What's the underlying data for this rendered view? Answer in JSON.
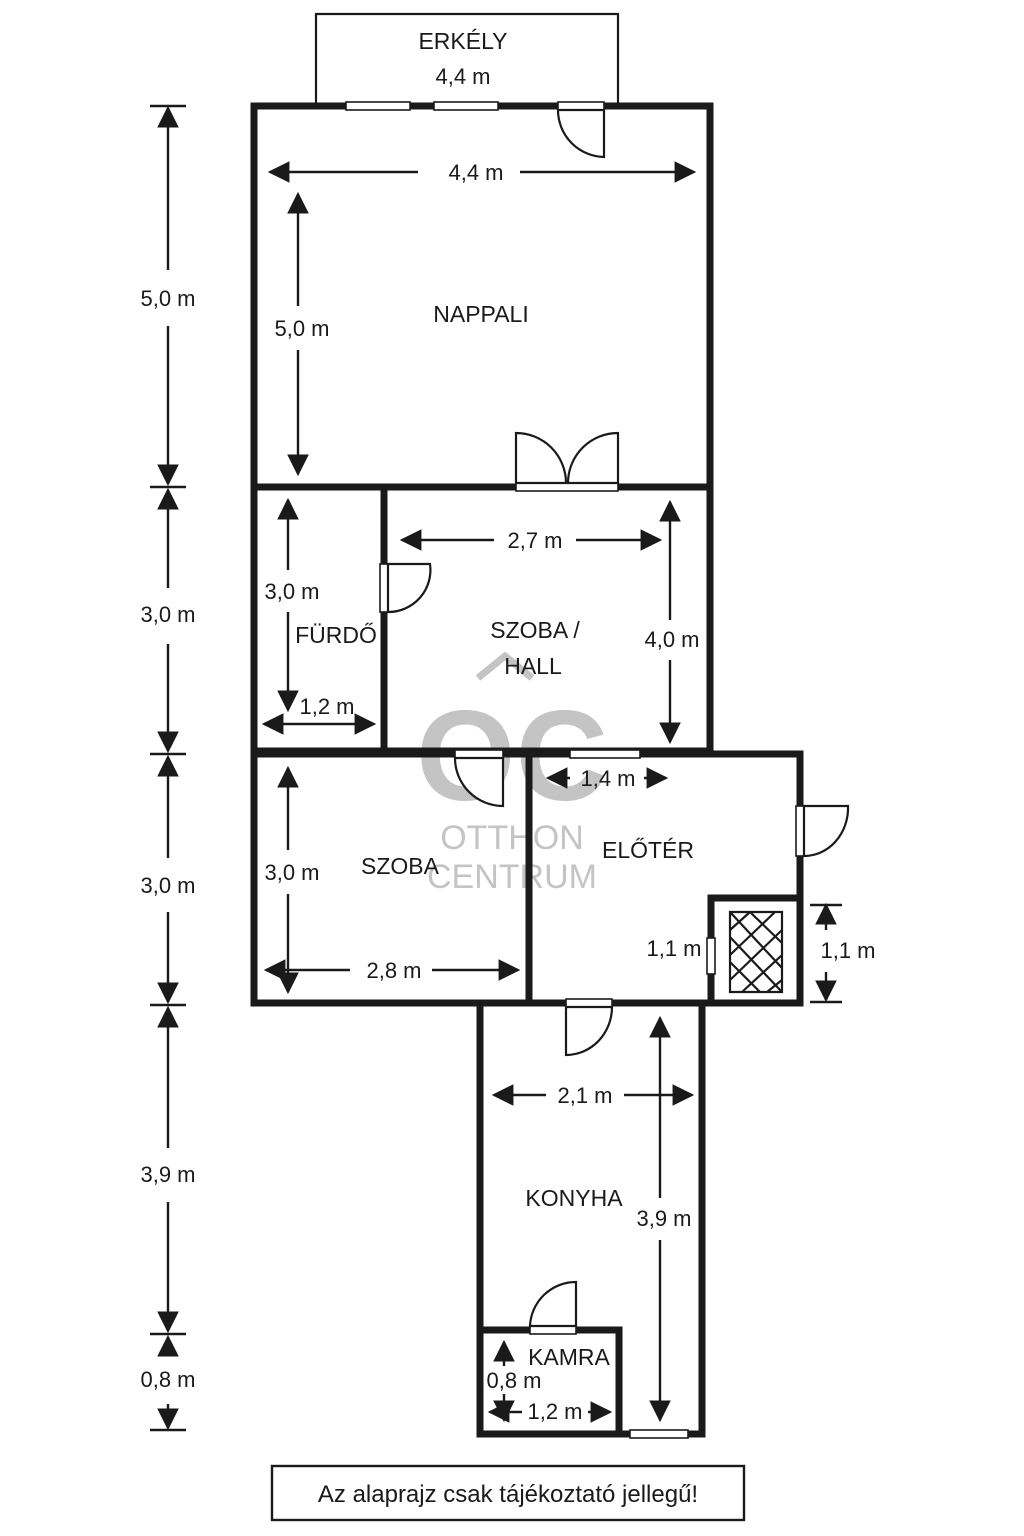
{
  "rooms": {
    "erkely": "ERKÉLY",
    "nappali": "NAPPALI",
    "furdo": "FÜRDŐ",
    "szoba_hall_1": "SZOBA /",
    "szoba_hall_2": "HALL",
    "szoba": "SZOBA",
    "eloter": "ELŐTÉR",
    "konyha": "KONYHA",
    "kamra": "KAMRA"
  },
  "dimensions": {
    "erkely_w": "4,4 m",
    "nappali_w": "4,4 m",
    "nappali_h": "5,0 m",
    "furdo_h": "3,0 m",
    "furdo_w": "1,2 m",
    "hall_w": "2,7 m",
    "hall_h": "4,0 m",
    "szoba_h": "3,0 m",
    "szoba_w": "2,8 m",
    "eloter_w": "1,4 m",
    "eloter_closet": "1,1 m",
    "closet_outer": "1,1 m",
    "konyha_w": "2,1 m",
    "konyha_h": "3,9 m",
    "kamra_h": "0,8 m",
    "kamra_w": "1,2 m"
  },
  "side_dims": [
    "5,0 m",
    "3,0 m",
    "3,0 m",
    "3,9 m",
    "0,8 m"
  ],
  "watermark": {
    "logo": "OC",
    "line1": "OTTHON",
    "line2": "CENTRUM",
    "color": "#c4c4c4"
  },
  "note": "Az alaprajz csak tájékoztató jellegű!"
}
